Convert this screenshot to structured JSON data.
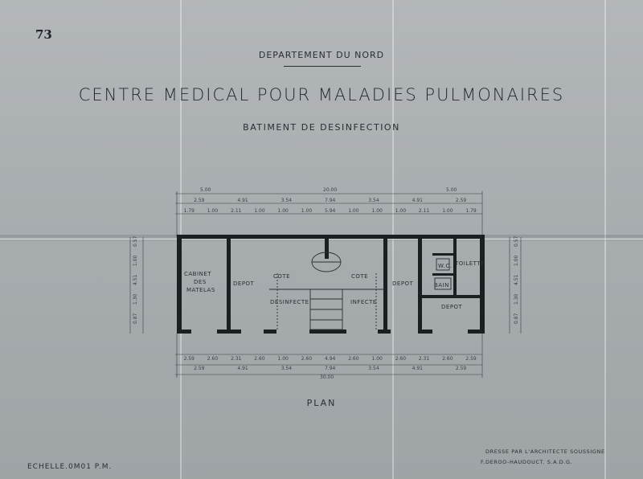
{
  "document": {
    "sheet_number": "73",
    "department": "DEPARTEMENT DU NORD",
    "title": "CENTRE MEDICAL POUR MALADIES PULMONAIRES",
    "subtitle": "BATIMENT DE DESINFECTION",
    "drawing_label": "PLAN",
    "scale": "ECHELLE.0M01 P.M.",
    "signature_line_1": "DRESSE PAR L'ARCHITECTE SOUSSIGNE",
    "signature_line_2": "F.DEROO-HAUDOUCT. S.A.D.G."
  },
  "plan": {
    "rooms": {
      "cabinet_1": "CABINET",
      "cabinet_2": "DES",
      "cabinet_3": "MATELAS",
      "depot_left": "DEPOT",
      "cote_left": "COTE",
      "desinfecte": "DESINFECTE",
      "cote_right": "COTE",
      "infecte": "INFECTE",
      "depot_mid": "DEPOT",
      "toilette": "TOILETTE",
      "wc": "W.C.",
      "bain": "BAIN",
      "depot_right": "DEPOT"
    },
    "dimensions": {
      "top_total_1": "5.00",
      "top_total_2": "20.00",
      "top_total_3": "5.00",
      "top_row1": [
        "2.59",
        "4.91",
        "3.54",
        "7.94",
        "3.54",
        "4.91",
        "2.59"
      ],
      "top_row2": [
        "1.79",
        "1.00",
        "2.11",
        "1.00",
        "1.00",
        "1.00",
        "5.94",
        "1.00",
        "1.00",
        "1.00",
        "2.11",
        "1.00",
        "1.79"
      ],
      "bottom_row1": [
        "2.59",
        "2.60",
        "2.31",
        "2.60",
        "1.00",
        "2.60",
        "4.94",
        "2.60",
        "1.00",
        "2.60",
        "2.31",
        "2.60",
        "2.59"
      ],
      "bottom_row2": [
        "2.59",
        "4.91",
        "3.54",
        "7.94",
        "3.54",
        "4.91",
        "2.59"
      ],
      "bottom_total": "30.00",
      "left_side": [
        "0.57",
        "1.00",
        "4.51",
        "1.30",
        "0.87"
      ],
      "right_side": [
        "0.57",
        "1.00",
        "4.51",
        "1.30",
        "0.87"
      ]
    }
  }
}
